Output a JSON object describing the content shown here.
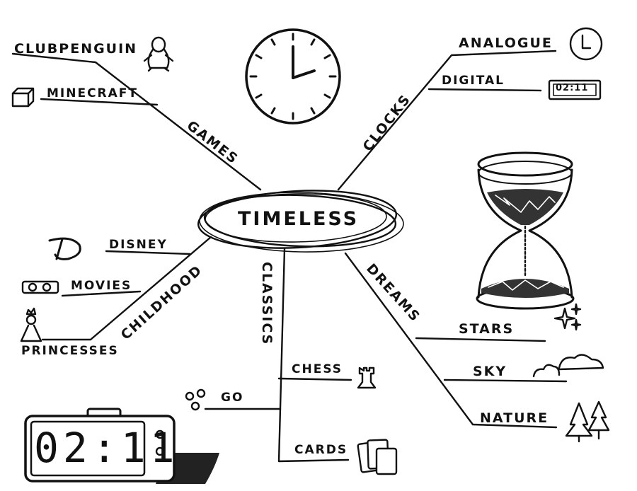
{
  "center": {
    "label": "TIMELESS"
  },
  "branches": {
    "games": {
      "label": "GAMES",
      "children": [
        "CLUBPENGUIN",
        "MINECRAFT"
      ]
    },
    "clocks": {
      "label": "CLOCKS",
      "children": [
        "ANALOGUE",
        "DIGITAL"
      ]
    },
    "childhood": {
      "label": "CHILDHOOD",
      "children": [
        "DISNEY",
        "MOVIES",
        "PRINCESSES"
      ]
    },
    "classics": {
      "label": "CLASSICS",
      "children": [
        "CHESS",
        "GO",
        "CARDS"
      ]
    },
    "dreams": {
      "label": "DREAMS",
      "children": [
        "STARS",
        "SKY",
        "NATURE"
      ]
    }
  },
  "digital_display": "02:11",
  "alarm_display": "02:11",
  "icons": [
    "penguin-icon",
    "cube-icon",
    "wall-clock-icon",
    "small-clock-icon",
    "digital-clock-icon",
    "hourglass-icon",
    "sparkle-icon",
    "cloud-icon",
    "trees-icon",
    "disney-logo-icon",
    "film-icon",
    "princess-icon",
    "chess-rook-icon",
    "go-stones-icon",
    "cards-icon",
    "alarm-clock-icon"
  ]
}
